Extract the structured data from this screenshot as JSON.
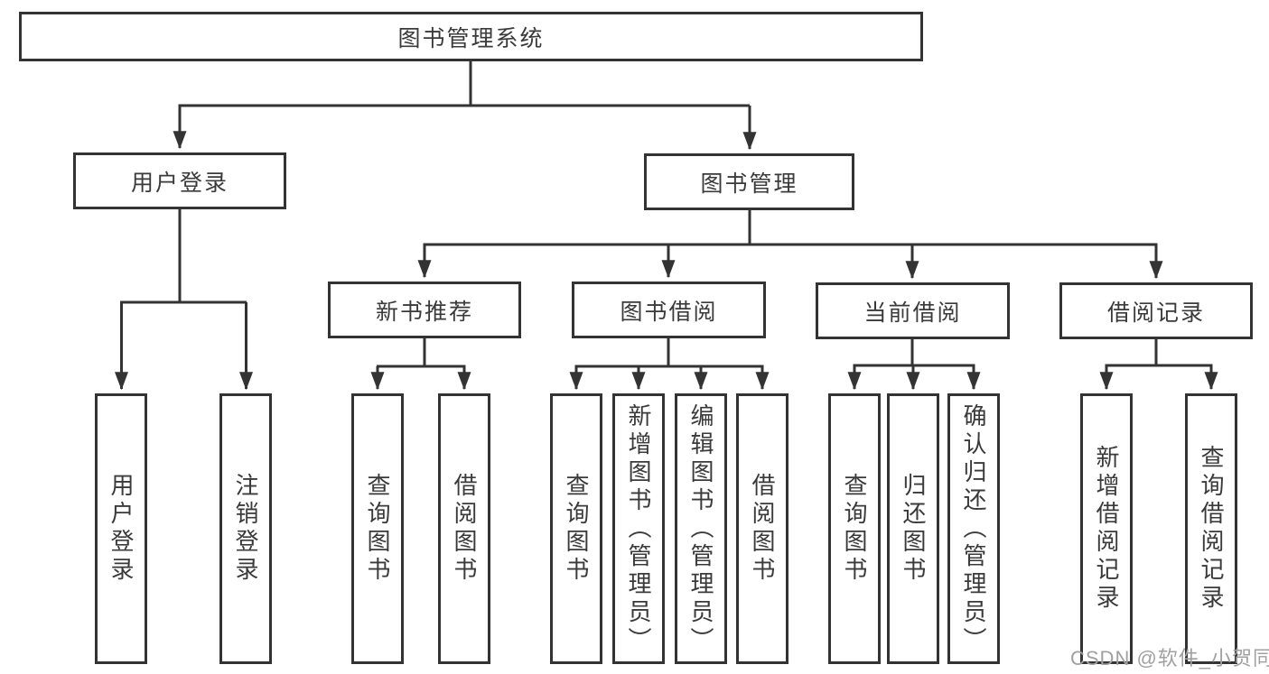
{
  "diagram": {
    "root": {
      "label": "图书管理系统"
    },
    "branches": [
      {
        "label": "用户登录",
        "children": [
          {
            "label": "用户登录"
          },
          {
            "label": "注销登录"
          }
        ]
      },
      {
        "label": "图书管理",
        "children": [
          {
            "label": "新书推荐",
            "children": [
              {
                "label": "查询图书"
              },
              {
                "label": "借阅图书"
              }
            ]
          },
          {
            "label": "图书借阅",
            "children": [
              {
                "label": "查询图书"
              },
              {
                "label": "新增图书（管理员）"
              },
              {
                "label": "编辑图书（管理员）"
              },
              {
                "label": "借阅图书"
              }
            ]
          },
          {
            "label": "当前借阅",
            "children": [
              {
                "label": "查询图书"
              },
              {
                "label": "归还图书"
              },
              {
                "label": "确认归还（管理员）"
              }
            ]
          },
          {
            "label": "借阅记录",
            "children": [
              {
                "label": "新增借阅记录"
              },
              {
                "label": "查询借阅记录"
              }
            ]
          }
        ]
      }
    ]
  },
  "colors": {
    "line": "#333333",
    "box_border": "#333333",
    "box_background": "#ffffff",
    "text": "#3a3a3a",
    "watermark": "#a0a0a0"
  },
  "watermark": {
    "text": "CSDN @软件_小贺同学"
  }
}
